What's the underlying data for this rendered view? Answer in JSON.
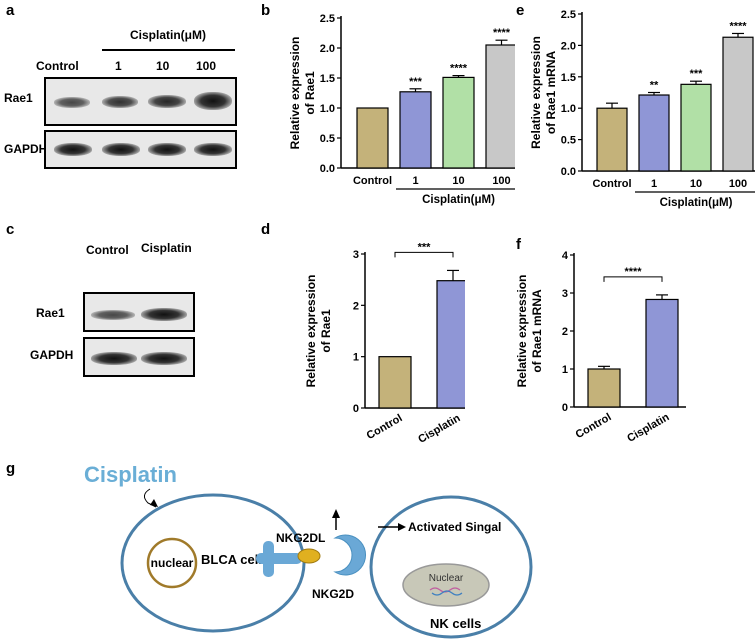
{
  "panels": {
    "a": "a",
    "b": "b",
    "c": "c",
    "d": "d",
    "e": "e",
    "f": "f",
    "g": "g"
  },
  "blot_a": {
    "treatment": "Cisplatin(μM)",
    "lanes": [
      "Control",
      "1",
      "10",
      "100"
    ],
    "rows": [
      "Rae1",
      "GAPDH"
    ]
  },
  "blot_c": {
    "lanes": [
      "Control",
      "Cisplatin"
    ],
    "rows": [
      "Rae1",
      "GAPDH"
    ]
  },
  "chart_data": [
    {
      "id": "b",
      "type": "bar",
      "ylabel_lines": [
        "Relative expression",
        "of Rae1"
      ],
      "categories": [
        "Control",
        "1",
        "10",
        "100"
      ],
      "group_label": "Cisplatin(μM)",
      "values": [
        1.0,
        1.27,
        1.51,
        2.05
      ],
      "errors": [
        0,
        0.05,
        0.03,
        0.08
      ],
      "significance": [
        "",
        "***",
        "****",
        "****"
      ],
      "ylim": [
        0,
        2.5
      ],
      "yticks": [
        "0.0",
        "0.5",
        "1.0",
        "1.5",
        "2.0",
        "2.5"
      ],
      "colors": [
        "#c4b27a",
        "#8f96d6",
        "#b1e0a6",
        "#c8c8c8"
      ]
    },
    {
      "id": "e",
      "type": "bar",
      "ylabel_lines": [
        "Relative expression",
        "of Rae1 mRNA"
      ],
      "categories": [
        "Control",
        "1",
        "10",
        "100"
      ],
      "group_label": "Cisplatin(μM)",
      "values": [
        1.0,
        1.21,
        1.38,
        2.13
      ],
      "errors": [
        0.08,
        0.04,
        0.05,
        0.06
      ],
      "significance": [
        "",
        "**",
        "***",
        "****"
      ],
      "ylim": [
        0,
        2.5
      ],
      "yticks": [
        "0.0",
        "0.5",
        "1.0",
        "1.5",
        "2.0",
        "2.5"
      ],
      "colors": [
        "#c4b27a",
        "#8f96d6",
        "#b1e0a6",
        "#c8c8c8"
      ]
    },
    {
      "id": "d",
      "type": "bar",
      "ylabel_lines": [
        "Relative expression",
        "of Rae1"
      ],
      "categories": [
        "Control",
        "Cisplatin"
      ],
      "values": [
        1.0,
        2.48
      ],
      "errors": [
        0,
        0.2
      ],
      "significance_bracket": "***",
      "ylim": [
        0,
        3
      ],
      "yticks": [
        "0",
        "1",
        "2",
        "3"
      ],
      "colors": [
        "#c4b27a",
        "#8f96d6"
      ]
    },
    {
      "id": "f",
      "type": "bar",
      "ylabel_lines": [
        "Relative expression",
        "of Rae1 mRNA"
      ],
      "categories": [
        "Control",
        "Cisplatin"
      ],
      "values": [
        1.0,
        2.83
      ],
      "errors": [
        0.07,
        0.12
      ],
      "significance_bracket": "****",
      "ylim": [
        0,
        4
      ],
      "yticks": [
        "0",
        "1",
        "2",
        "3",
        "4"
      ],
      "colors": [
        "#c4b27a",
        "#8f96d6"
      ]
    }
  ],
  "diagram": {
    "drug": "Cisplatin",
    "nuclear_left": "nuclear",
    "bl_cells": "BLCA cells",
    "ligand": "NKG2DL",
    "receptor": "NKG2D",
    "signal": "Activated Singal",
    "nuclear_right": "Nuclear",
    "nk_cells": "NK cells",
    "colors": {
      "membrane": "#4a7fa8",
      "drug": "#6aaed6",
      "nucleus_ring": "#a07a2a",
      "ligand_gold": "#e0b020",
      "receptor": "#6aa8d6"
    }
  }
}
